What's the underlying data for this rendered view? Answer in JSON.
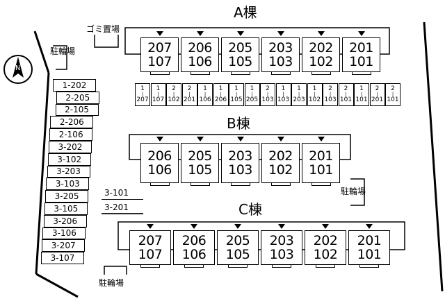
{
  "buildings": {
    "a": {
      "title": "A棵",
      "units": [
        [
          "207",
          "107"
        ],
        [
          "206",
          "106"
        ],
        [
          "205",
          "105"
        ],
        [
          "203",
          "103"
        ],
        [
          "202",
          "102"
        ],
        [
          "201",
          "101"
        ]
      ]
    },
    "b": {
      "title": "B棟",
      "units": [
        [
          "206",
          "106"
        ],
        [
          "205",
          "105"
        ],
        [
          "203",
          "103"
        ],
        [
          "202",
          "102"
        ],
        [
          "201",
          "101"
        ]
      ]
    },
    "c": {
      "title": "C棟",
      "units": [
        [
          "207",
          "107"
        ],
        [
          "206",
          "106"
        ],
        [
          "205",
          "105"
        ],
        [
          "203",
          "103"
        ],
        [
          "202",
          "102"
        ],
        [
          "201",
          "101"
        ]
      ]
    }
  },
  "labels": {
    "garbage": "ゴミ置場",
    "bike_top": "駐輪場",
    "bike_mid": "駐輪場",
    "bike_bottom": "駐輪場"
  },
  "stalls_a": [
    [
      "1",
      "207"
    ],
    [
      "1",
      "107"
    ],
    [
      "2",
      "102"
    ],
    [
      "2",
      "201"
    ],
    [
      "1",
      "106"
    ],
    [
      "1",
      "206"
    ],
    [
      "1",
      "105"
    ],
    [
      "1",
      "205"
    ],
    [
      "2",
      "103"
    ],
    [
      "1",
      "103"
    ],
    [
      "1",
      "203"
    ],
    [
      "1",
      "102"
    ],
    [
      "2",
      "103"
    ],
    [
      "2",
      "101"
    ],
    [
      "1",
      "101"
    ],
    [
      "2",
      "201"
    ],
    [
      "2",
      "101"
    ]
  ],
  "side_parking": [
    "1-202",
    "2-205",
    "2-105",
    "2-206",
    "2-106",
    "3-202",
    "3-102",
    "3-203",
    "3-103",
    "3-205",
    "3-105",
    "3-206",
    "3-106",
    "3-207",
    "3-107"
  ],
  "mid_parking": [
    "3-101",
    "3-201"
  ],
  "compass": {
    "label": "N"
  }
}
